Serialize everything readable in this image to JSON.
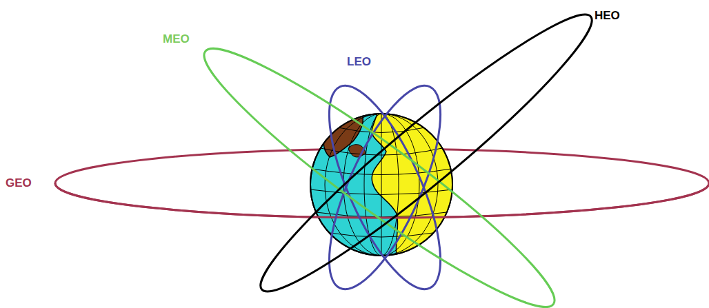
{
  "diagram": {
    "labels": [
      "MEO",
      "LEO",
      "HEO",
      "GEO"
    ]
  }
}
